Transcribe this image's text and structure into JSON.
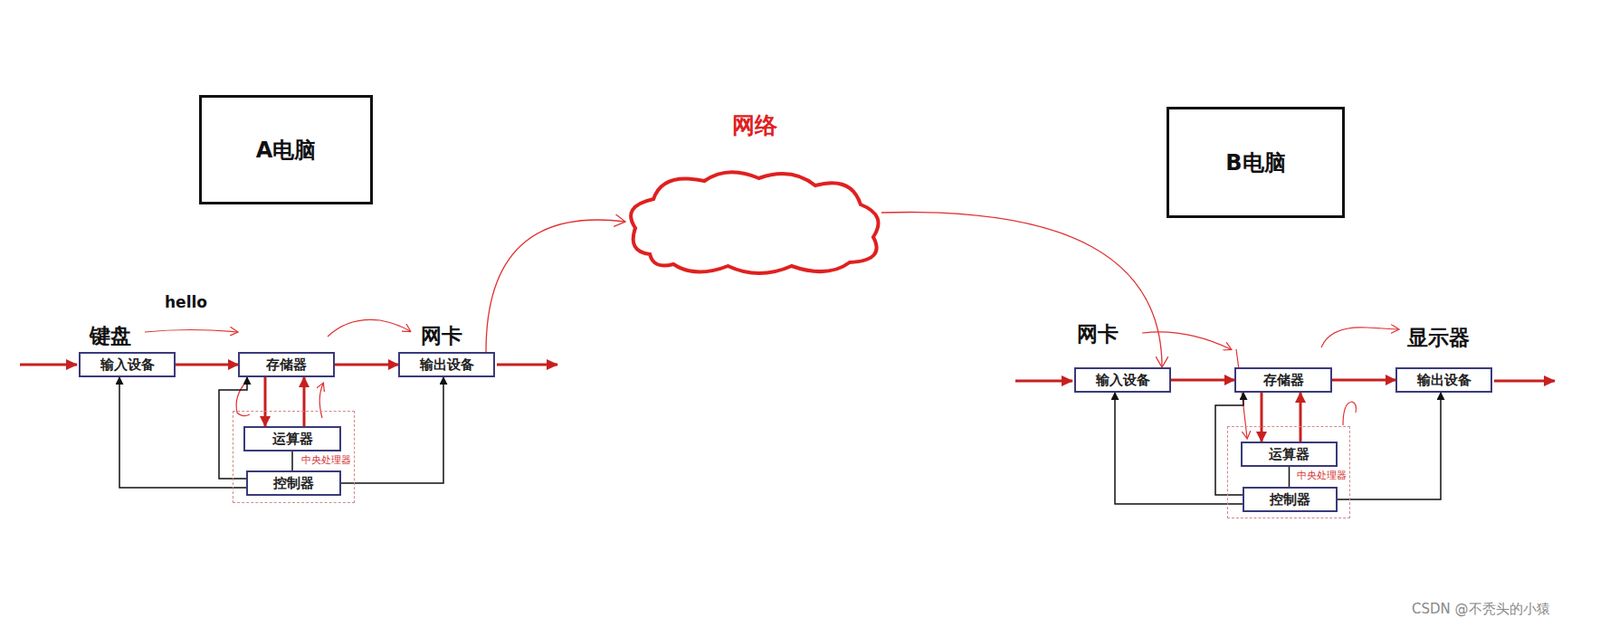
{
  "diagram": {
    "nodes": [
      {
        "text": [
          "A电脑"
        ]
      },
      {
        "text": [
          "输入设备"
        ]
      },
      {
        "text": [
          "存储器"
        ]
      },
      {
        "text": [
          "输出设备"
        ]
      },
      {
        "text": [
          "中央处理器"
        ]
      },
      {
        "text": [
          "运算器"
        ],
        "in": 4
      },
      {
        "text": [
          "控制器"
        ],
        "in": 4
      },
      {
        "text": [
          "网络"
        ]
      },
      {
        "text": [
          "B电脑"
        ]
      },
      {
        "text": [
          "输入设备"
        ]
      },
      {
        "text": [
          "存储器"
        ]
      },
      {
        "text": [
          "输出设备"
        ]
      },
      {
        "text": [
          "中央处理器"
        ]
      },
      {
        "text": [
          "运算器"
        ],
        "in": 12
      },
      {
        "text": [
          "控制器"
        ],
        "in": 12
      }
    ],
    "edges": [
      {
        "from": 1,
        "to": 2,
        "arrow": "to"
      },
      {
        "from": 2,
        "to": 3,
        "arrow": "to"
      },
      {
        "from": 2,
        "to": 5,
        "arrow": "to"
      },
      {
        "from": 5,
        "to": 2,
        "arrow": "to"
      },
      {
        "from": 5,
        "to": 6,
        "arrow": "none"
      },
      {
        "from": 6,
        "to": 1,
        "arrow": "to"
      },
      {
        "from": 6,
        "to": 2,
        "arrow": "to"
      },
      {
        "from": 6,
        "to": 3,
        "arrow": "to"
      },
      {
        "from": 3,
        "to": 7,
        "arrow": "to"
      },
      {
        "from": 7,
        "to": 9,
        "arrow": "to"
      },
      {
        "from": 9,
        "to": 10,
        "arrow": "to"
      },
      {
        "from": 10,
        "to": 11,
        "arrow": "to"
      },
      {
        "from": 10,
        "to": 13,
        "arrow": "to"
      },
      {
        "from": 13,
        "to": 10,
        "arrow": "to"
      },
      {
        "from": 13,
        "to": 14,
        "arrow": "none"
      },
      {
        "from": 14,
        "to": 9,
        "arrow": "to"
      },
      {
        "from": 14,
        "to": 10,
        "arrow": "to"
      },
      {
        "from": 14,
        "to": 11,
        "arrow": "to"
      }
    ],
    "labels": [
      "hello",
      "键盘",
      "网卡",
      "网卡",
      "显示器",
      "CSDN @不秃头的小猿"
    ]
  }
}
